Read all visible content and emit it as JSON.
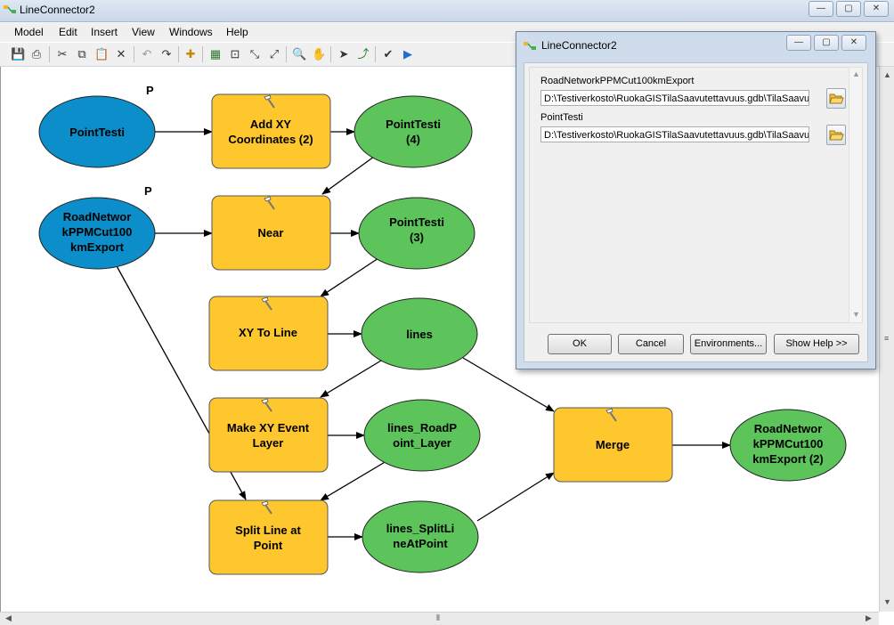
{
  "window": {
    "title": "LineConnector2",
    "minimize": "—",
    "maximize": "▢",
    "close": "✕"
  },
  "menu": [
    "Model",
    "Edit",
    "Insert",
    "View",
    "Windows",
    "Help"
  ],
  "diagram": {
    "param_marker": "P",
    "nodes": {
      "point_testi": [
        "PointTesti"
      ],
      "road_network": [
        "RoadNetwor",
        "kPPMCut100",
        "kmExport"
      ],
      "add_xy": [
        "Add XY",
        "Coordinates (2)"
      ],
      "point_testi_4": [
        "PointTesti",
        "(4)"
      ],
      "near": [
        "Near"
      ],
      "point_testi_3": [
        "PointTesti",
        "(3)"
      ],
      "xy_to_line": [
        "XY To Line"
      ],
      "lines": [
        "lines"
      ],
      "make_xy": [
        "Make XY Event",
        "Layer"
      ],
      "lines_road_point": [
        "lines_RoadP",
        "oint_Layer"
      ],
      "split_line": [
        "Split Line at",
        "Point"
      ],
      "lines_split": [
        "lines_SplitLi",
        "neAtPoint"
      ],
      "merge": [
        "Merge"
      ],
      "road_network_out": [
        "RoadNetwor",
        "kPPMCut100",
        "kmExport (2)"
      ]
    },
    "colors": {
      "input_blue": "#0b8ec9",
      "tool_yellow": "#ffc72e",
      "output_green": "#5cc45a"
    }
  },
  "dialog": {
    "title": "LineConnector2",
    "params": [
      {
        "label": "RoadNetworkPPMCut100kmExport",
        "value": "D:\\Testiverkosto\\RuokaGISTilaSaavutettavuus.gdb\\TilaSaavu"
      },
      {
        "label": "PointTesti",
        "value": "D:\\Testiverkosto\\RuokaGISTilaSaavutettavuus.gdb\\TilaSaavu"
      }
    ],
    "buttons": {
      "ok": "OK",
      "cancel": "Cancel",
      "environments": "Environments...",
      "show_help": "Show Help >>"
    }
  }
}
